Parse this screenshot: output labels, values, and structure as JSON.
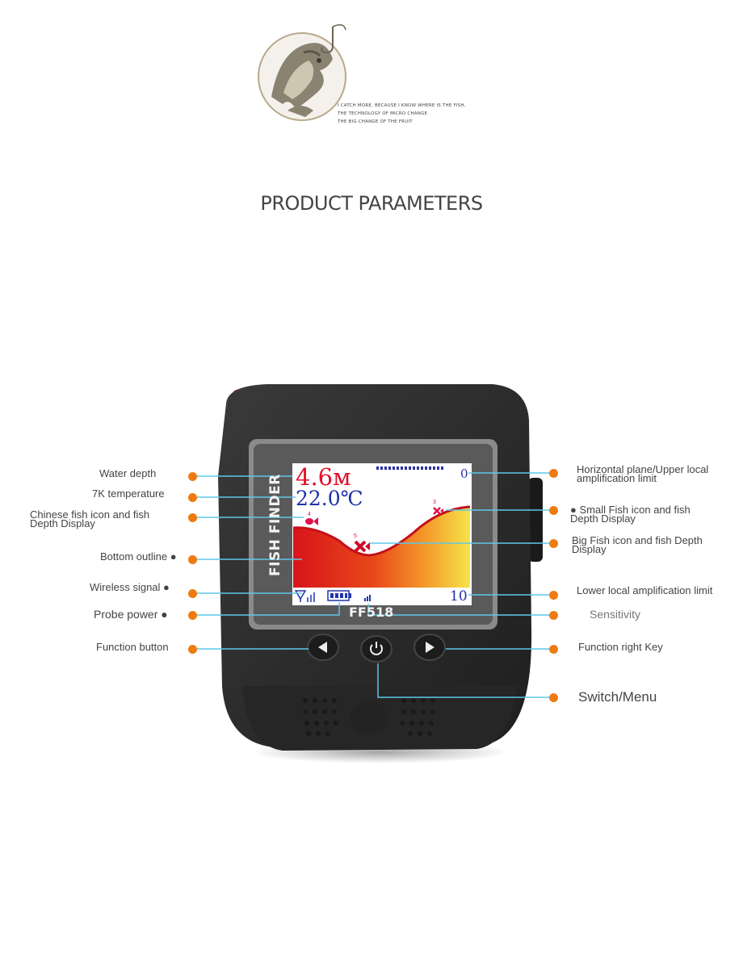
{
  "header": {
    "slogan_lines": [
      "I CATCH MORE, BECAUSE I KNOW WHERE IS THE FISH,",
      "THE TECHNOLOGY OF MICRO CHANGE",
      "THE BIG CHANGE OF THE FRUIT"
    ],
    "title": "PRODUCT PARAMETERS"
  },
  "device": {
    "side_text": "FISH FINDER",
    "model": "FF518",
    "screen": {
      "depth": "4.6м",
      "temperature": "22.0℃",
      "top_range": "0",
      "bottom_range": "10",
      "small_fish_depth": "3",
      "big_fish_depth": "5",
      "chinese_fish_depth": "4"
    }
  },
  "labels": {
    "left": [
      {
        "text": "Water depth"
      },
      {
        "text": "7K temperature"
      },
      {
        "text": "Chinese fish icon and fish Depth Display"
      },
      {
        "text": "Bottom outline ●"
      },
      {
        "text": "Wireless signal ●"
      },
      {
        "text": "Probe power ●"
      },
      {
        "text": "Function button"
      }
    ],
    "right": [
      {
        "text": "Horizontal plane/Upper local amplification limit"
      },
      {
        "text": "● Small Fish icon and fish Depth Display"
      },
      {
        "text": "Big Fish icon and fish Depth Display"
      },
      {
        "text": "Lower local amplification limit"
      },
      {
        "text": "Sensitivity"
      },
      {
        "text": "Function right Key"
      },
      {
        "text": "Switch/Menu"
      }
    ]
  },
  "colors": {
    "accent_dot": "#ee7b12",
    "leader_line": "#5ec8e8",
    "depth_text": "#e0102a",
    "temp_text": "#1f2fa8"
  }
}
